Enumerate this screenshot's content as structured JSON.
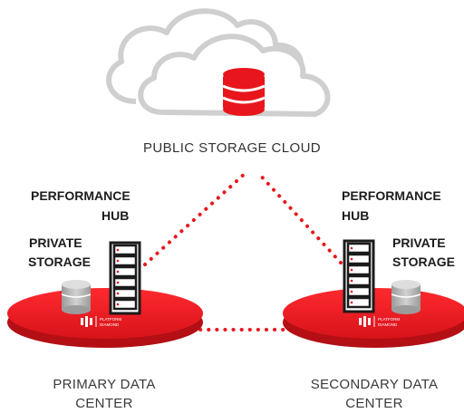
{
  "cloud": {
    "label": "PUBLIC STORAGE CLOUD"
  },
  "primary": {
    "performance_hub_line1": "PERFORMANCE",
    "performance_hub_line2": "HUB",
    "private_storage_line1": "PRIVATE",
    "private_storage_line2": "STORAGE",
    "center_line1": "PRIMARY DATA",
    "center_line2": "CENTER",
    "platform_brand_line1": "PLATFORM",
    "platform_brand_line2": "DIAMOND"
  },
  "secondary": {
    "performance_hub_line1": "PERFORMANCE",
    "performance_hub_line2": "HUB",
    "private_storage_line1": "PRIVATE",
    "private_storage_line2": "STORAGE",
    "center_line1": "SECONDARY DATA",
    "center_line2": "CENTER",
    "platform_brand_line1": "PLATFORM",
    "platform_brand_line2": "DIAMOND"
  },
  "colors": {
    "accent_red": "#e8161c",
    "cloud_outline": "#cccccc",
    "server_dark": "#1b1b1b",
    "disk_gray": "#b5b5b5"
  }
}
